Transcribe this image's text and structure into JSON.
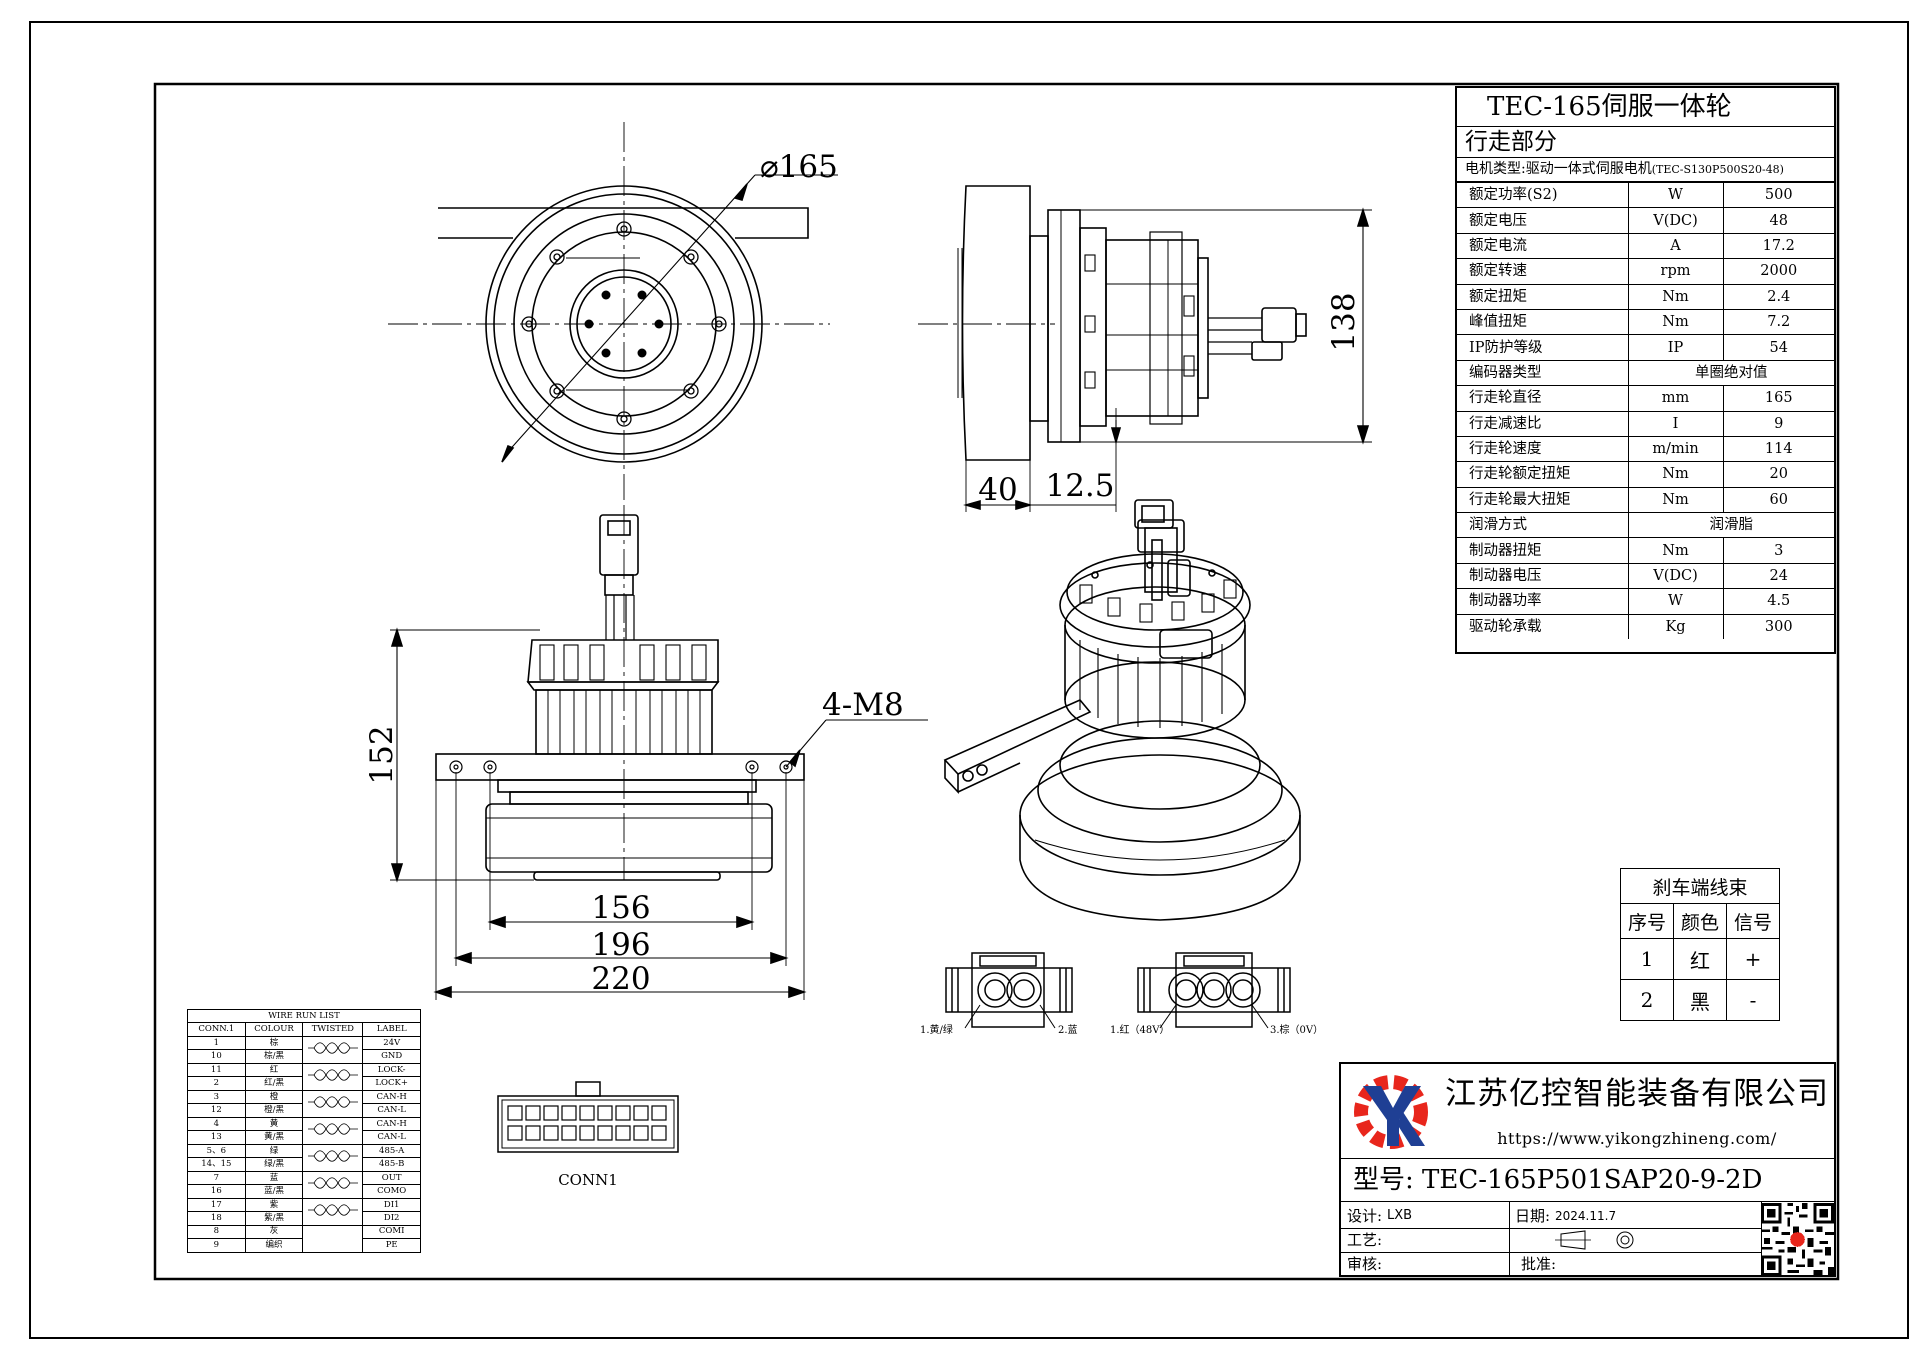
{
  "spec_table": {
    "title": "TEC-165伺服一体轮",
    "section": "行走部分",
    "motor_type_label": "电机类型:驱动一体式伺服电机",
    "motor_type_model": "(TEC-S130P500S20-48)",
    "rows": [
      {
        "name": "额定功率(S2)",
        "unit": "W",
        "value": "500"
      },
      {
        "name": "额定电压",
        "unit": "V(DC)",
        "value": "48"
      },
      {
        "name": "额定电流",
        "unit": "A",
        "value": "17.2"
      },
      {
        "name": "额定转速",
        "unit": "rpm",
        "value": "2000"
      },
      {
        "name": "额定扭矩",
        "unit": "Nm",
        "value": "2.4"
      },
      {
        "name": "峰值扭矩",
        "unit": "Nm",
        "value": "7.2"
      },
      {
        "name": "IP防护等级",
        "unit": "IP",
        "value": "54"
      },
      {
        "name": "编码器类型",
        "merged": "单圈绝对值"
      },
      {
        "name": "行走轮直径",
        "unit": "mm",
        "value": "165"
      },
      {
        "name": "行走减速比",
        "unit": "I",
        "value": "9"
      },
      {
        "name": "行走轮速度",
        "unit": "m/min",
        "value": "114"
      },
      {
        "name": "行走轮额定扭矩",
        "unit": "Nm",
        "value": "20"
      },
      {
        "name": "行走轮最大扭矩",
        "unit": "Nm",
        "value": "60"
      },
      {
        "name": "润滑方式",
        "merged": "润滑脂"
      },
      {
        "name": "制动器扭矩",
        "unit": "Nm",
        "value": "3"
      },
      {
        "name": "制动器电压",
        "unit": "V(DC)",
        "value": "24"
      },
      {
        "name": "制动器功率",
        "unit": "W",
        "value": "4.5"
      },
      {
        "name": "驱动轮承载",
        "unit": "Kg",
        "value": "300"
      }
    ]
  },
  "dimensions": {
    "diameter": "⌀165",
    "height_side": "138",
    "depth_40": "40",
    "offset_12_5": "12.5",
    "height_152": "152",
    "bolt": "4-M8",
    "w156": "156",
    "w196": "196",
    "w220": "220"
  },
  "brake_harness": {
    "title": "刹车端线束",
    "headers": [
      "序号",
      "颜色",
      "信号"
    ],
    "rows": [
      [
        "1",
        "红",
        "+"
      ],
      [
        "2",
        "黑",
        "-"
      ]
    ]
  },
  "connectors": {
    "left_label_1": "1.黄/绿",
    "left_label_2": "2.蓝",
    "right_label_1": "1.红（48V）",
    "right_label_3": "3.棕（0V）",
    "conn1_label": "CONN1"
  },
  "wire_list": {
    "title": "WIRE RUN LIST",
    "headers": [
      "CONN.1",
      "COLOUR",
      "TWISTED",
      "LABEL"
    ],
    "rows": [
      [
        "1",
        "棕",
        "24V"
      ],
      [
        "10",
        "棕/黑",
        "GND"
      ],
      [
        "11",
        "红",
        "LOCK-"
      ],
      [
        "2",
        "红/黑",
        "LOCK+"
      ],
      [
        "3",
        "橙",
        "CAN-H"
      ],
      [
        "12",
        "橙/黑",
        "CAN-L"
      ],
      [
        "4",
        "黄",
        "CAN-H"
      ],
      [
        "13",
        "黄/黑",
        "CAN-L"
      ],
      [
        "5、6",
        "绿",
        "485-A"
      ],
      [
        "14、15",
        "绿/黑",
        "485-B"
      ],
      [
        "7",
        "蓝",
        "OUT"
      ],
      [
        "16",
        "蓝/黑",
        "COMO"
      ],
      [
        "17",
        "紫",
        "DI1"
      ],
      [
        "18",
        "紫/黑",
        "DI2"
      ],
      [
        "8",
        "灰",
        "COMI"
      ],
      [
        "9",
        "编织",
        "PE"
      ]
    ]
  },
  "title_block": {
    "company": "江苏亿控智能装备有限公司",
    "url": "https://www.yikongzhineng.com/",
    "model": "型号: TEC-165P501SAP20-9-2D",
    "design_label": "设计:",
    "design_value": "LXB",
    "date_label": "日期:",
    "date_value": "2024.11.7",
    "process_label": "工艺:",
    "review_label": "审核:",
    "approve_label": "批准:"
  },
  "colors": {
    "logo_red": "#e8261c",
    "logo_blue": "#1f3f94",
    "line": "#000000"
  }
}
